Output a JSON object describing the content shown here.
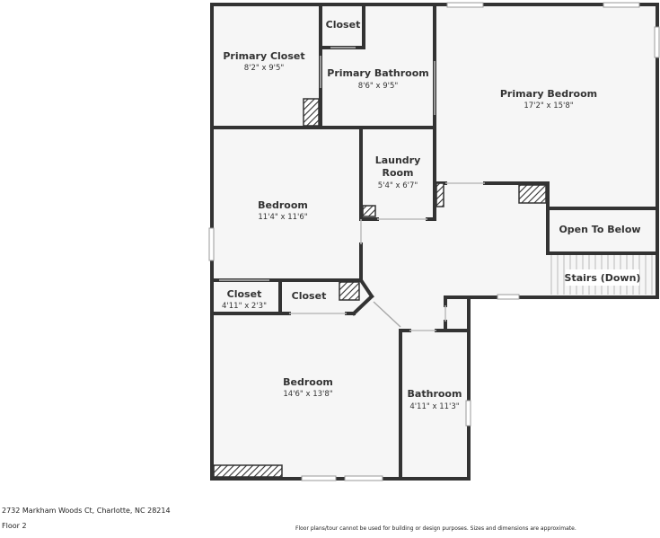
{
  "colors": {
    "wall": "#333333",
    "floor": "#f6f6f6",
    "window": "#cfcfcf"
  },
  "rooms": {
    "primary_closet": {
      "name": "Primary Closet",
      "dims": "8'2\" x 9'5\""
    },
    "closet_top": {
      "name": "Closet",
      "dims": ""
    },
    "primary_bathroom": {
      "name": "Primary Bathroom",
      "dims": "8'6\" x 9'5\""
    },
    "primary_bedroom": {
      "name": "Primary Bedroom",
      "dims": "17'2\" x 15'8\""
    },
    "laundry_room": {
      "name": "Laundry Room",
      "name_line1": "Laundry",
      "name_line2": "Room",
      "dims": "5'4\" x 6'7\""
    },
    "bedroom_1": {
      "name": "Bedroom",
      "dims": "11'4\" x 11'6\""
    },
    "open_to_below": {
      "name": "Open To Below",
      "dims": ""
    },
    "stairs": {
      "name": "Stairs (Down)",
      "dims": ""
    },
    "closet_small": {
      "name": "Closet",
      "dims": "4'11\" x 2'3\""
    },
    "closet_mid": {
      "name": "Closet",
      "dims": ""
    },
    "bedroom_2": {
      "name": "Bedroom",
      "dims": "14'6\" x 13'8\""
    },
    "bathroom": {
      "name": "Bathroom",
      "dims": "4'11\" x 11'3\""
    }
  },
  "footer": {
    "address": "2732 Markham Woods Ct, Charlotte, NC 28214",
    "floor": "Floor 2",
    "disclaimer": "Floor plans/tour cannot be used for building or design purposes. Sizes and dimensions are approximate."
  }
}
